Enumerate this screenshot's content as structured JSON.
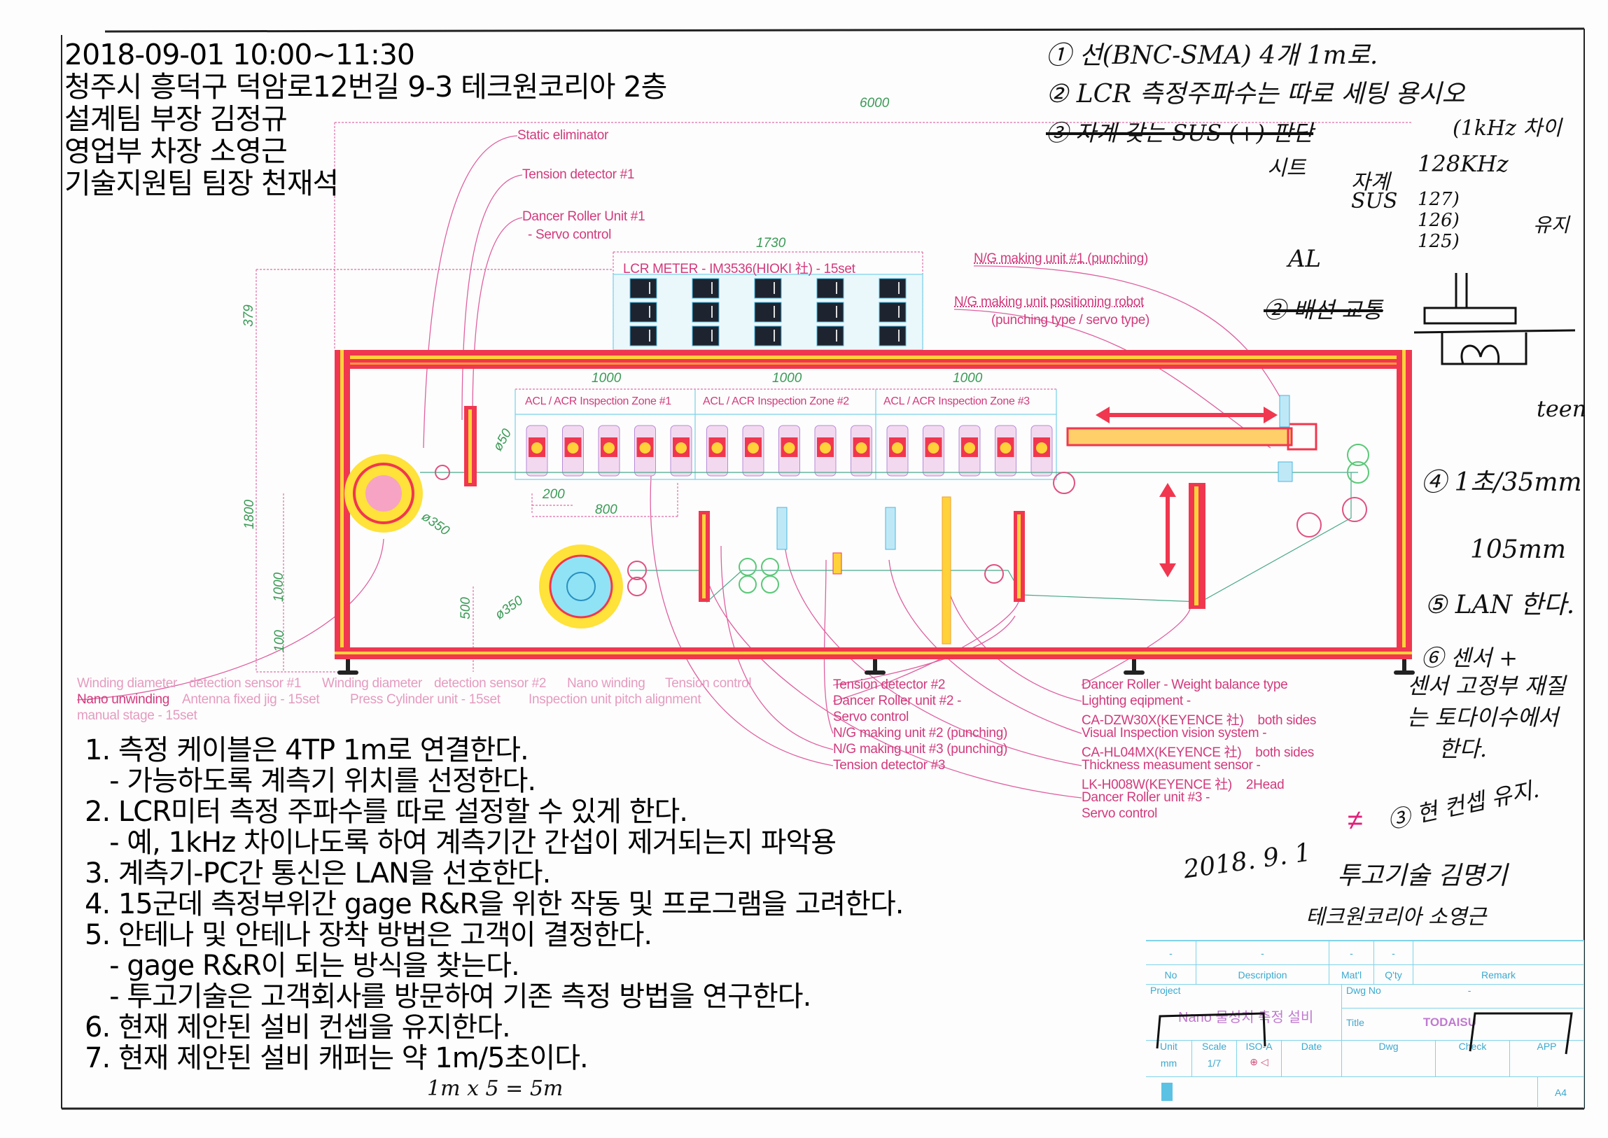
{
  "header": {
    "lines": [
      "2018-09-01 10:00~11:30",
      "청주시 흥덕구 덕암로12번길 9-3 테크원코리아 2층",
      "설계팀 부장 김정규",
      "영업부 차장 소영근",
      "기술지원팀 팀장 천재석"
    ]
  },
  "notes": {
    "items": [
      "1. 측정 케이블은 4TP 1m로 연결한다.",
      "   - 가능하도록 계측기 위치를 선정한다.",
      "2. LCR미터 측정 주파수를 따로 설정할 수 있게 한다.",
      "   - 예, 1kHz 차이나도록 하여 계측기간 간섭이 제거되는지 파악용",
      "3. 계측기-PC간 통신은 LAN을 선호한다.",
      "4. 15군데 측정부위간 gage R&R을 위한 작동 및 프로그램을 고려한다.",
      "5. 안테나 및 안테나 장착 방법은 고객이 결정한다.",
      "   - gage R&R이 되는 방식을 찾는다.",
      "   - 투고기술은 고객회사를 방문하여 기존 측정 방법을 연구한다.",
      "6. 현재 제안된 설비 컨셉을 유지한다.",
      "7. 현재 제안된 설비 캐퍼는 약 1m/5초이다."
    ]
  },
  "handwritten": {
    "n1": "① 선(BNC-SMA) 4개 1m로.",
    "n2": "② LCR 측정주파수는 따로 세팅 용시오",
    "n3_struck": "③ 자계 갖는 SUS (+) 판단",
    "khz_diff": "(1kHz 차이",
    "sheet": "시트",
    "magnetic": "자계",
    "sus": "SUS",
    "al": "AL",
    "freq_128": "128KHz",
    "freq_127": "127)",
    "freq_126": "126)",
    "freq_125": "125)",
    "hold": "유지",
    "teen": "teen",
    "n2b_struck": "② 배선 교통",
    "n4": "④ 1초/35mm",
    "n4b": "105mm",
    "n5": "⑤ LAN 한다.",
    "n6a": "⑥ 센서 +",
    "n6b": "센서 고정부 재질",
    "n6c": "는 토다이수에서",
    "n6d": "한다.",
    "n3b": "③ 현 컨셉 유지.",
    "date": "2018. 9. 1",
    "sig1": "투고기술 김명기",
    "sig2": "테크원코리아 소영근",
    "neq": "≠",
    "calc": "1m x 5 = 5m"
  },
  "drawing": {
    "lcr_meter_label": "LCR METER  - IM3536(HIOKI 社) - 15set",
    "zones": [
      "ACL / ACR Inspection Zone #1",
      "ACL / ACR Inspection Zone #2",
      "ACL / ACR Inspection Zone #3"
    ],
    "callouts": {
      "static_eliminator": "Static eliminator",
      "tension1": "Tension detector #1",
      "dancer1": "Dancer Roller Unit #1",
      "dancer1_sub": "- Servo control",
      "ng1": "N/G making unit #1 (punching)",
      "robot": "N/G making unit positioning robot",
      "robot_sub": "(punching type / servo type)",
      "nano_unwinding": "Nano unwinding",
      "tension2": "Tension detector #2",
      "dancer2": "Dancer Roller unit #2 -",
      "dancer2_sub": "Servo control",
      "dancer_weight": "Dancer Roller - Weight balance type",
      "lighting": "Lighting eqipment -",
      "lighting_sub": "CA-DZW30X(KEYENCE 社)    both sides",
      "vision": "Visual Inspection vision system -",
      "vision_sub": "CA-HL04MX(KEYENCE 社)    both sides",
      "ng2": "N/G making unit #2 (punching)",
      "thickness": "Thickness measument sensor -",
      "thickness_sub": "LK-H008W(KEYENCE 社)    2Head",
      "ng3": "N/G making unit #3 (punching)",
      "dancer3": "Dancer Roller unit #3 -",
      "dancer3_sub": "Servo control",
      "tension3": "Tension detector #3",
      "wind_sensor1": "Winding diameter",
      "wind_sensor1_sub": "detection sensor #1",
      "wind_sensor2": "Winding diameter",
      "wind_sensor2_sub": "detection sensor #2",
      "nano_winding": "Nano winding",
      "tension_control": "Tension control",
      "antenna_jig": "Antenna fixed jig - 15set",
      "press_cylinder": "Press Cylinder unit - 15set",
      "pitch_alignment": "Inspection unit pitch alignment",
      "manual_stage": "manual stage - 15set"
    },
    "dimensions": {
      "overall": "6000",
      "lcr_width": "1730",
      "lcr_height": "379",
      "height": "1800",
      "winding_height": "1000",
      "base": "100",
      "rewind_height": "500",
      "zone1": "1000",
      "zone2": "1000",
      "zone3": "1000",
      "pitch": "200",
      "span": "800",
      "d_unwind": "ø350",
      "d_rewind": "ø350",
      "d_small": "ø50"
    }
  },
  "title_block": {
    "row_dashes": [
      "-",
      "-",
      "-",
      "-"
    ],
    "col_no": "No",
    "col_description": "Description",
    "col_matl": "Mat'l",
    "col_qty": "Q'ty",
    "col_remark": "Remark",
    "project_label": "Project",
    "project_value": "Nano 물성치 측정 설비",
    "dwg_no_label": "Dwg No",
    "dwg_no_value": "-",
    "title_label": "Title",
    "title_value": "TODAISU",
    "unit_label": "Unit",
    "unit_value": "mm",
    "scale_label": "Scale",
    "scale_value": "1/7",
    "iso_label": "ISO-A",
    "date_label": "Date",
    "dwg_label": "Dwg",
    "check_label": "Check",
    "app_label": "APP",
    "size": "A4",
    "colors": {
      "line": "#7fd3ea",
      "text": "#3aa9d0",
      "project": "#c07ad0"
    }
  }
}
